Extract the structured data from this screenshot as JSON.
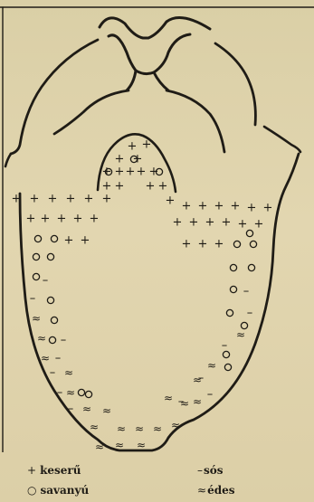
{
  "taste_symbols": {
    "bitter": "+",
    "sour": "o",
    "salty": "–",
    "sweet": "≈"
  },
  "legend": [
    {
      "id": "bitter",
      "symbol": "+",
      "label": "keserű"
    },
    {
      "id": "sour",
      "symbol": "○",
      "label": "savanyú"
    },
    {
      "id": "salty",
      "symbol": "–",
      "label": "sós"
    },
    {
      "id": "sweet",
      "symbol": "≈",
      "label": "édes"
    }
  ],
  "colors": {
    "ink": "#1f1c16",
    "paper": "#ddd0a8"
  }
}
